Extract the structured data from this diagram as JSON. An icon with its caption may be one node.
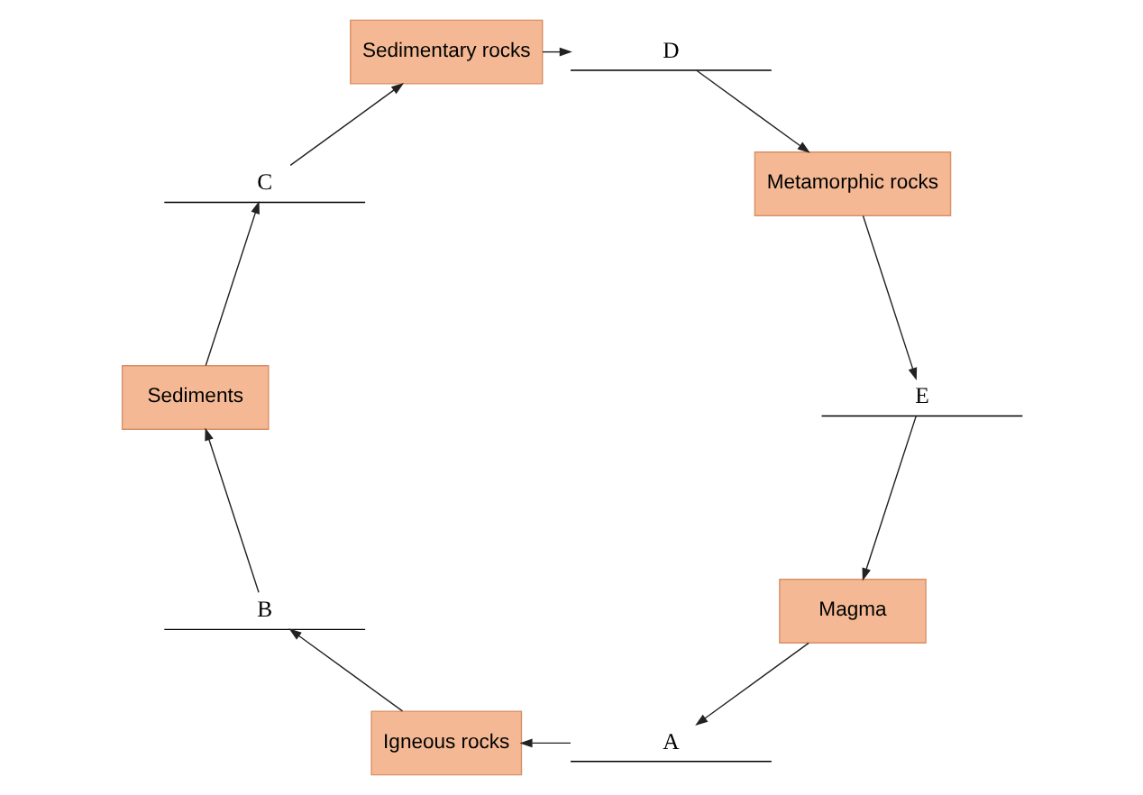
{
  "diagram": {
    "nodes": [
      {
        "text": [
          "Magma"
        ]
      },
      {
        "text": [
          "A"
        ]
      },
      {
        "text": [
          "Igneous rocks"
        ]
      },
      {
        "text": [
          "B"
        ]
      },
      {
        "text": [
          "Sediments"
        ]
      },
      {
        "text": [
          "C"
        ]
      },
      {
        "text": [
          "Sedimentary rocks"
        ]
      },
      {
        "text": [
          "D"
        ]
      },
      {
        "text": [
          "Metamorphic rocks"
        ]
      },
      {
        "text": [
          "E"
        ]
      }
    ],
    "edges": [
      {
        "from": 0,
        "to": 1,
        "arrow": "to"
      },
      {
        "from": 1,
        "to": 2,
        "arrow": "to"
      },
      {
        "from": 2,
        "to": 3,
        "arrow": "to"
      },
      {
        "from": 3,
        "to": 4,
        "arrow": "to"
      },
      {
        "from": 4,
        "to": 5,
        "arrow": "to"
      },
      {
        "from": 5,
        "to": 6,
        "arrow": "to"
      },
      {
        "from": 6,
        "to": 7,
        "arrow": "to"
      },
      {
        "from": 7,
        "to": 8,
        "arrow": "to"
      },
      {
        "from": 8,
        "to": 9,
        "arrow": "to"
      },
      {
        "from": 9,
        "to": 0,
        "arrow": "to"
      }
    ]
  }
}
